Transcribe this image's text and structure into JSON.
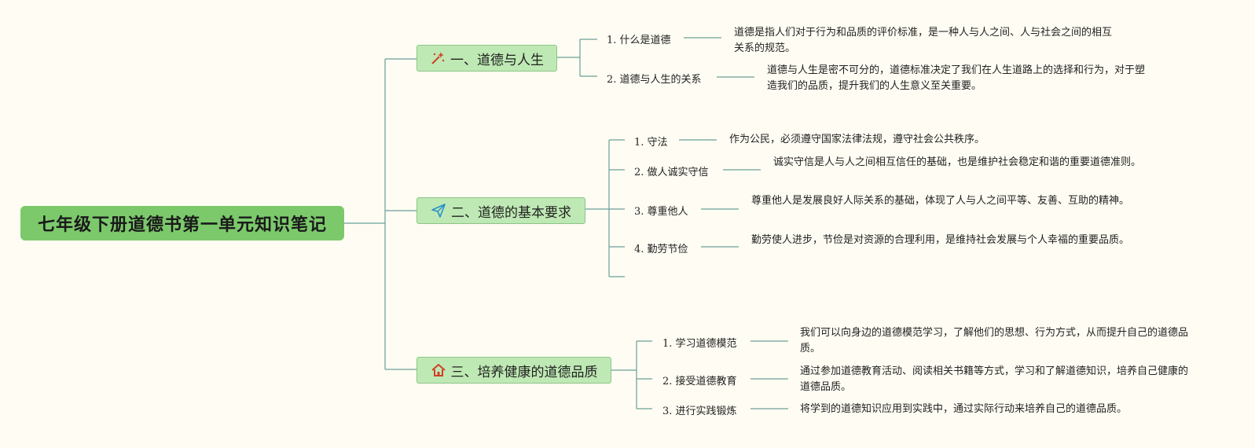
{
  "root": {
    "title": "七年级下册道德书第一单元知识笔记"
  },
  "branches": [
    {
      "title": "一、道德与人生",
      "icon": "magic-wand-icon",
      "items": [
        {
          "label": "1. 什么是道德",
          "detail": "道德是指人们对于行为和品质的评价标准，是一种人与人之间、人与社会之间的相互关系的规范。"
        },
        {
          "label": "2. 道德与人生的关系",
          "detail": "道德与人生是密不可分的，道德标准决定了我们在人生道路上的选择和行为，对于塑造我们的品质，提升我们的人生意义至关重要。"
        }
      ]
    },
    {
      "title": "二、道德的基本要求",
      "icon": "paper-plane-icon",
      "items": [
        {
          "label": "1. 守法",
          "detail": "作为公民，必须遵守国家法律法规，遵守社会公共秩序。"
        },
        {
          "label": "2. 做人诚实守信",
          "detail": "诚实守信是人与人之间相互信任的基础，也是维护社会稳定和谐的重要道德准则。"
        },
        {
          "label": "3. 尊重他人",
          "detail": "尊重他人是发展良好人际关系的基础，体现了人与人之间平等、友善、互助的精神。"
        },
        {
          "label": "4. 勤劳节俭",
          "detail": "勤劳使人进步，节俭是对资源的合理利用，是维持社会发展与个人幸福的重要品质。"
        }
      ]
    },
    {
      "title": "三、培养健康的道德品质",
      "icon": "home-icon",
      "items": [
        {
          "label": "1. 学习道德模范",
          "detail": "我们可以向身边的道德模范学习，了解他们的思想、行为方式，从而提升自己的道德品质。"
        },
        {
          "label": "2. 接受道德教育",
          "detail": "通过参加道德教育活动、阅读相关书籍等方式，学习和了解道德知识，培养自己健康的道德品质。"
        },
        {
          "label": "3. 进行实践锻炼",
          "detail": "将学到的道德知识应用到实践中，通过实际行动来培养自己的道德品质。"
        }
      ]
    }
  ],
  "colors": {
    "line": "#6a9e98",
    "root_bg": "#7cc96c",
    "branch_bg": "#bfe9b4",
    "background": "#fffdf3"
  }
}
